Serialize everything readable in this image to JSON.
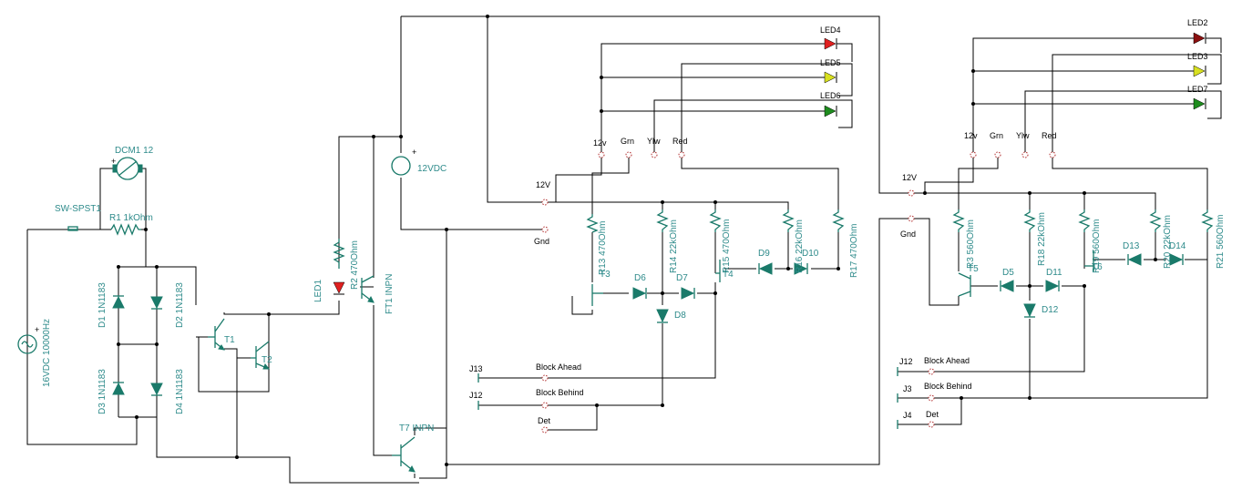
{
  "colors": {
    "wire": "#000000",
    "component": "#1a7a6a",
    "label": "#2e8b8b",
    "text": "#000000",
    "led_red": "#e02020",
    "led_darkred": "#8b1010",
    "led_yellow": "#d8e020",
    "led_green": "#1e8c1e",
    "port": "#b02a2a"
  },
  "components": {
    "dcm1": "DCM1 12",
    "sw": "SW-SPST1",
    "r1": "R1 1kOhm",
    "d1": "D1 1N1183",
    "d2": "D2 1N1183",
    "d3": "D3 1N1183",
    "d4": "D4 1N1183",
    "src": "16VDC 10000Hz",
    "t1": "T1",
    "t2": "T2",
    "led1": "LED1",
    "r2": "R2 470Ohm",
    "ft1": "FT1 INPN",
    "bat": "12VDC",
    "t7": "T7 INPN",
    "r13": "R13 470Ohm",
    "t3": "T3",
    "d6": "D6",
    "d7": "D7",
    "d8": "D8",
    "r14": "R14 22kOhm",
    "r15": "R15 470Ohm",
    "t4": "T4",
    "d9": "D9",
    "d10": "D10",
    "r16": "R16 22kOhm",
    "r17": "R17 470Ohm",
    "led4": "LED4",
    "led5": "LED5",
    "led6": "LED6",
    "led2": "LED2",
    "led3": "LED3",
    "led7": "LED7",
    "r3": "R3 560Ohm",
    "t5": "T5",
    "d5": "D5",
    "d11": "D11",
    "d12": "D12",
    "r18": "R18 22kOhm",
    "r19": "R19 560Ohm",
    "t6": "T6",
    "d13": "D13",
    "d14": "D14",
    "r20": "R20 22kOhm",
    "r21": "R21 560Ohm"
  },
  "ports": {
    "v12_left": "12V",
    "gnd_left": "Gnd",
    "v12_right": "12V",
    "gnd_right": "Gnd",
    "s12v_left": "12v",
    "sgrn_left": "Grn",
    "sylw_left": "Ylw",
    "sred_left": "Red",
    "s12v_right": "12v",
    "sgrn_right": "Grn",
    "sylw_right": "Ylw",
    "sred_right": "Red"
  },
  "connectors": {
    "j13": "J13",
    "j13_label": "Block Ahead",
    "j12": "J12",
    "j12_label": "Block Behind",
    "det_left": "Det",
    "j12r": "J12",
    "j12r_label": "Block Ahead",
    "j3": "J3",
    "j3_label": "Block Behind",
    "j4": "J4",
    "det_right": "Det"
  }
}
